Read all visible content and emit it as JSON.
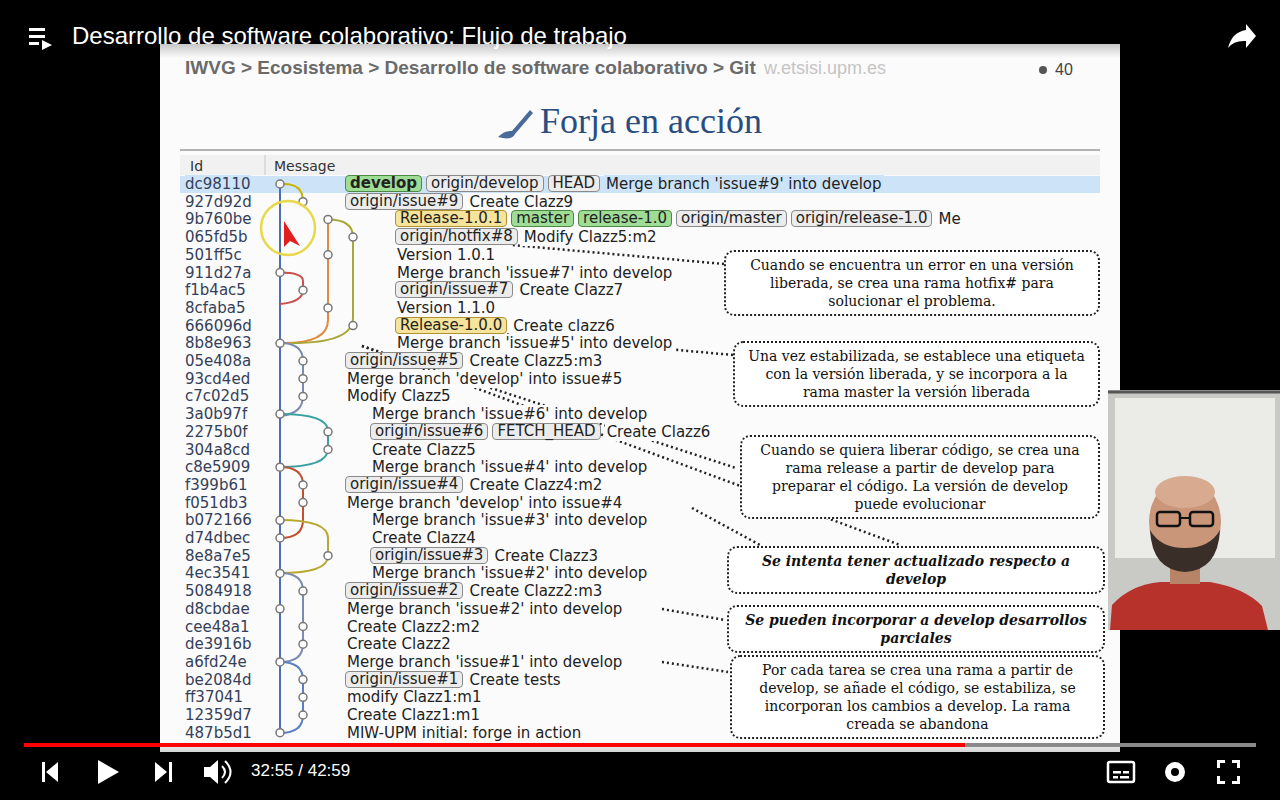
{
  "diagram": {
    "title": "Desarrollo de software colaborativo: Flujo de trabajo",
    "nodes": [
      {
        "text": [
          "develop"
        ]
      },
      {
        "text": [
          "origin/develop"
        ]
      },
      {
        "text": [
          "HEAD"
        ]
      },
      {
        "text": [
          "origin/issue#9"
        ]
      },
      {
        "text": [
          "Release-1.0.1"
        ]
      },
      {
        "text": [
          "master"
        ]
      },
      {
        "text": [
          "release-1.0"
        ]
      },
      {
        "text": [
          "origin/master"
        ]
      },
      {
        "text": [
          "origin/release-1.0"
        ]
      },
      {
        "text": [
          "origin/hotfix#8"
        ]
      },
      {
        "text": [
          "Cuando se encuentra un error en una versión liberada, se crea una rama hotfix# para solucionar el problema."
        ]
      },
      {
        "text": [
          "origin/issue#7"
        ]
      },
      {
        "text": [
          "Release-1.0.0"
        ]
      },
      {
        "text": [
          "Una vez estabilizada, se establece una etiqueta con la versión liberada, y se incorpora a la rama master la versión liberada"
        ]
      },
      {
        "text": [
          "origin/issue#5"
        ]
      },
      {
        "text": [
          "origin/issue#6"
        ]
      },
      {
        "text": [
          "FETCH_HEAD"
        ]
      },
      {
        "text": [
          "Cuando se quiera liberar código, se crea una rama release a partir de develop para preparar el código. La versión de develop puede evolucionar"
        ]
      },
      {
        "text": [
          "origin/issue#4"
        ]
      },
      {
        "text": [
          "Se intenta tener actualizado respecto a develop"
        ]
      },
      {
        "text": [
          "origin/issue#3"
        ]
      },
      {
        "text": [
          "origin/issue#2"
        ]
      },
      {
        "text": [
          "Se pueden incorporar a develop desarrollos parciales"
        ]
      },
      {
        "text": [
          "Por cada tarea se crea una rama a partir de develop, se añade el código, se estabiliza, se incorporan los cambios a develop. La rama creada se abandona"
        ]
      },
      {
        "text": [
          "origin/issue#1"
        ]
      }
    ],
    "edges": [
      {
        "from": 10,
        "to": 9,
        "arrow": "none"
      },
      {
        "from": 13,
        "to": 12,
        "arrow": "none"
      }
    ],
    "labels": [
      "IWVG > Ecosistema > Desarrollo de software colaborativo > Git",
      "w.etsisi.upm.es",
      "40",
      "Forja en acción",
      "Id",
      "Message",
      "dc98110",
      "Merge branch 'issue#9' into develop",
      "927d92d",
      "Create Clazz9",
      "9b760be",
      "Me",
      "065fd5b",
      "Modify Clazz5:m2",
      "501ff5c",
      "Version 1.0.1",
      "911d27a",
      "Merge branch 'issue#7' into develop",
      "f1b4ac5",
      "Create Clazz7",
      "8cfaba5",
      "Version 1.1.0",
      "666096d",
      "Create clazz6",
      "8b8e963",
      "Merge branch 'issue#5' into develop",
      "05e408a",
      "Create Clazz5:m3",
      "93cd4ed",
      "Merge branch 'develop' into issue#5",
      "c7c02d5",
      "Modify Clazz5",
      "3a0b97f",
      "Merge branch 'issue#6' into develop",
      "2275b0f",
      "Create Clazz6",
      "304a8cd",
      "Create Clazz5",
      "c8e5909",
      "Merge branch 'issue#4' into develop",
      "f399b61",
      "Create Clazz4:m2",
      "f051db3",
      "Merge branch 'develop' into issue#4",
      "b072166",
      "Merge branch 'issue#3' into develop",
      "d74dbec",
      "Create Clazz4",
      "8e8a7e5",
      "Create Clazz3",
      "4ec3541",
      "Merge branch 'issue#2' into develop",
      "5084918",
      "Create Clazz2:m3",
      "d8cbdae",
      "Merge branch 'issue#2' into develop",
      "cee48a1",
      "Create Clazz2:m2",
      "de3916b",
      "Create Clazz2",
      "a6fd24e",
      "Merge branch 'issue#1' into develop",
      "be2084d",
      "Create tests",
      "ff37041",
      "modify Clazz1:m1",
      "12359d7",
      "Create Clazz1:m1",
      "487b5d1",
      "MIW-UPM initial: forge in action",
      "32:55 / 42:59"
    ]
  }
}
